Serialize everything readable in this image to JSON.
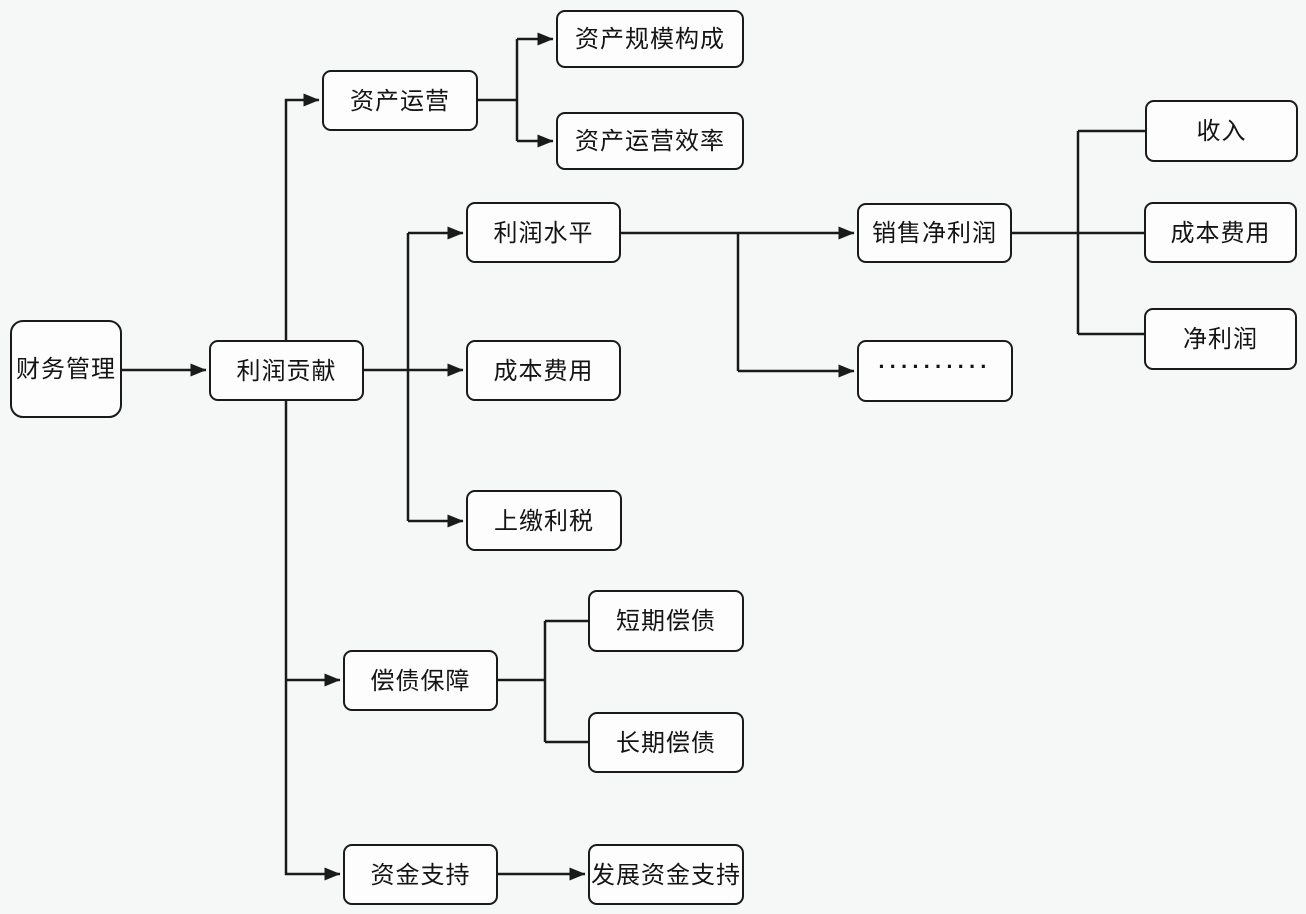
{
  "diagram": {
    "type": "flowchart",
    "direction": "left-to-right",
    "colors": {
      "canvas_bg": "#f6f7f7",
      "node_bg": "#fdfdfd",
      "line": "#1a1a1a",
      "text": "#141414"
    },
    "nodes": {
      "financial_management": {
        "label": "财务管理"
      },
      "profit_contribution": {
        "label": "利润贡献"
      },
      "asset_operation": {
        "label": "资产运营"
      },
      "asset_scale_composition": {
        "label": "资产规模构成"
      },
      "asset_operation_efficiency": {
        "label": "资产运营效率"
      },
      "profit_level": {
        "label": "利润水平"
      },
      "cost_expense": {
        "label": "成本费用"
      },
      "tax_payment": {
        "label": "上缴利税"
      },
      "sales_net_profit": {
        "label": "销售净利润"
      },
      "ellipsis": {
        "label": "··········"
      },
      "revenue": {
        "label": "收入"
      },
      "cost_expense_detail": {
        "label": "成本费用"
      },
      "net_profit": {
        "label": "净利润"
      },
      "debt_repayment_guarantee": {
        "label": "偿债保障"
      },
      "short_term_debt": {
        "label": "短期偿债"
      },
      "long_term_debt": {
        "label": "长期偿债"
      },
      "fund_support": {
        "label": "资金支持"
      },
      "development_fund_support": {
        "label": "发展资金支持"
      }
    },
    "edges": [
      {
        "from": "financial_management",
        "to": "profit_contribution",
        "arrow": true
      },
      {
        "from": "profit_contribution",
        "to": "asset_operation",
        "arrow": true
      },
      {
        "from": "asset_operation",
        "to": "asset_scale_composition",
        "arrow": true
      },
      {
        "from": "asset_operation",
        "to": "asset_operation_efficiency",
        "arrow": true
      },
      {
        "from": "profit_contribution",
        "to": "profit_level",
        "arrow": true
      },
      {
        "from": "profit_contribution",
        "to": "cost_expense",
        "arrow": true
      },
      {
        "from": "profit_contribution",
        "to": "tax_payment",
        "arrow": true
      },
      {
        "from": "profit_level",
        "to": "sales_net_profit",
        "arrow": true
      },
      {
        "from": "profit_level",
        "to": "ellipsis",
        "arrow": true
      },
      {
        "from": "sales_net_profit",
        "to": "revenue",
        "arrow": false
      },
      {
        "from": "sales_net_profit",
        "to": "cost_expense_detail",
        "arrow": false
      },
      {
        "from": "sales_net_profit",
        "to": "net_profit",
        "arrow": false
      },
      {
        "from": "profit_contribution",
        "to": "debt_repayment_guarantee",
        "arrow": true
      },
      {
        "from": "debt_repayment_guarantee",
        "to": "short_term_debt",
        "arrow": false
      },
      {
        "from": "debt_repayment_guarantee",
        "to": "long_term_debt",
        "arrow": false
      },
      {
        "from": "profit_contribution",
        "to": "fund_support",
        "arrow": true
      },
      {
        "from": "fund_support",
        "to": "development_fund_support",
        "arrow": true
      }
    ]
  }
}
